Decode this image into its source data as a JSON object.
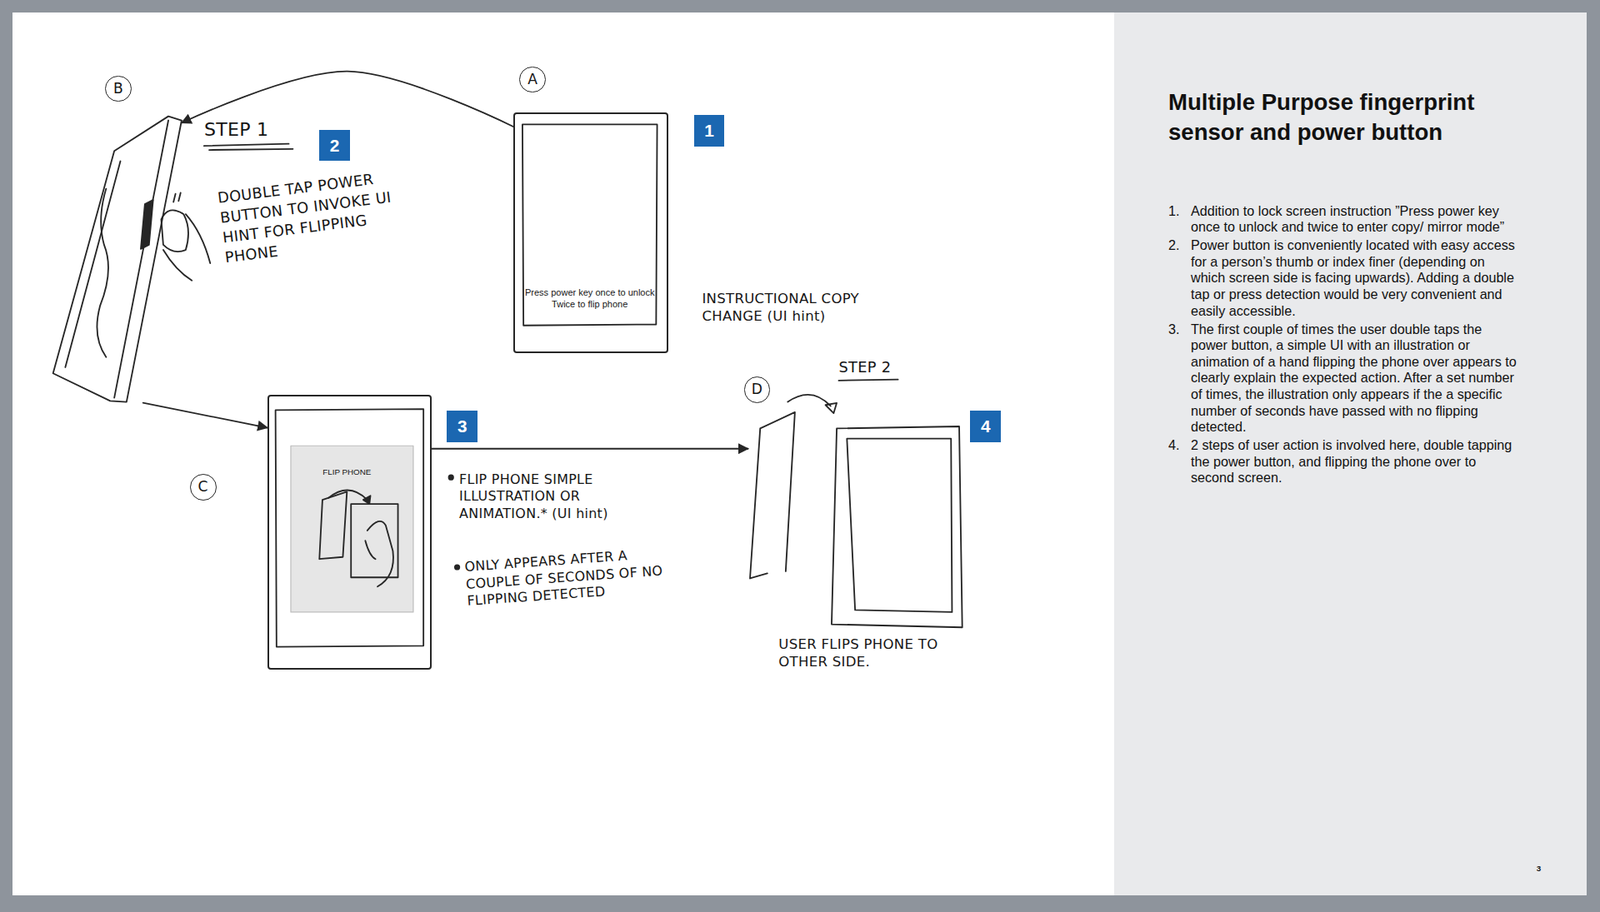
{
  "diagram": {
    "title": "Multiple Purpose fingerprint sensor and power button",
    "nodes": [
      {
        "text": [
          "B"
        ]
      },
      {
        "text": [
          "A",
          "Press power key once to unlock Twice to flip phone"
        ]
      },
      {
        "text": [
          "C",
          "FLIP PHONE"
        ]
      },
      {
        "text": [
          "D"
        ]
      }
    ],
    "edges": [
      {
        "from": 1,
        "to": 0,
        "arrow": "to"
      },
      {
        "from": 0,
        "to": 2,
        "arrow": "to"
      },
      {
        "from": 2,
        "to": 3,
        "arrow": "to"
      }
    ],
    "labels": [
      "STEP 1",
      "2",
      "DOUBLE TAP POWER BUTTON TO INVOKE UI HINT FOR FLIPPING PHONE",
      "1",
      "INSTRUCTIONAL COPY CHANGE (UI hint)",
      "3",
      "FLIP PHONE SIMPLE ILLUSTRATION OR ANIMATION.* (UI hint)",
      "ONLY APPEARS AFTER A COUPLE OF SECONDS OF NO FLIPPING DETECTED",
      "STEP 2",
      "4",
      "USER FLIPS PHONE TO OTHER SIDE.",
      "1.",
      "Addition to lock screen instruction ”Press power key once to unlock and twice to enter copy/ mirror mode”",
      "2.",
      "Power button is conveniently located with easy access for a person’s thumb or index finer (depending on which screen side is facing upwards). Adding a double tap or press detection would be very convenient and easily accessible.",
      "3.",
      "The first couple of times the user double taps the power button, a simple UI with an illustration or animation of a hand flipping the phone over appears to clearly explain the expected action. After a set number of times, the illustration only appears if the a specific number of seconds have passed with no flipping detected.",
      "4.",
      "2 steps of user action is involved here, double tapping the power button, and flipping the phone over to second screen.",
      "3"
    ]
  }
}
